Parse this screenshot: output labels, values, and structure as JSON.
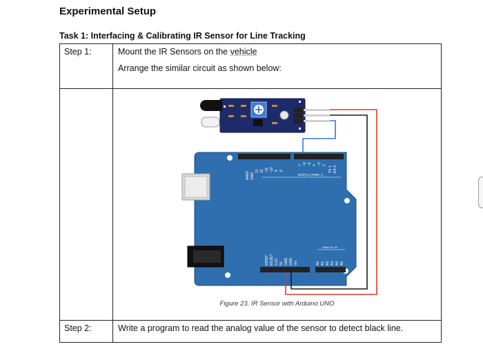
{
  "doc": {
    "heading": "Experimental Setup",
    "task_title": "Task 1: Interfacing & Calibrating IR Sensor for Line Tracking"
  },
  "steps": [
    {
      "label": "Step 1:",
      "line1_prefix": "Mount the IR Sensors on the ",
      "line1_link": "vehicle",
      "line2": "Arrange the similar circuit as shown below:"
    },
    {
      "label": "Step 2:",
      "text": "Write a program to read the analog value of the sensor to detect black line."
    }
  ],
  "figure": {
    "caption": "Figure 23. IR Sensor with Arduino UNO",
    "board_labels": {
      "aref": "AREF",
      "gnd": "GND",
      "pin13": "13",
      "pin12": "12",
      "pin11": "~11",
      "pin10": "~10",
      "pin9": "9",
      "pin8": "8",
      "pin7": "7",
      "pin6": "~6",
      "pin5": "~5",
      "pin4": "4",
      "pin3": "~3",
      "pin2": "2",
      "tx1": "TX 1",
      "rx0": "RX 0",
      "digital": "DIGITAL (PWM ~)",
      "ioref": "IOREF",
      "reset": "RESET",
      "v33": "3.3V",
      "v5": "5V",
      "gnd1": "GND",
      "gnd2": "GND",
      "vin": "Vin",
      "analog_in": "ANALOG IN",
      "a0": "A0",
      "a1": "A1",
      "a2": "A2",
      "a3": "A3",
      "a4": "A4",
      "a5": "A5"
    },
    "colors": {
      "board": "#2f6fb0",
      "sensor": "#1d2b6b",
      "wire_red": "#d83a2a",
      "wire_black": "#1a1a1a",
      "wire_blue": "#2f7ad0"
    }
  }
}
